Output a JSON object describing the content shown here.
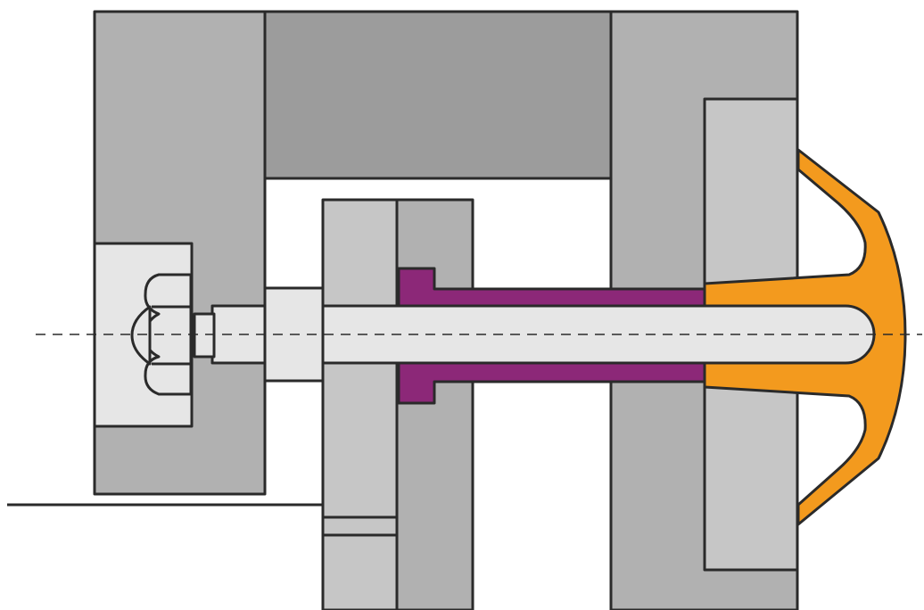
{
  "diagram": {
    "kind": "mechanical cross-section",
    "centerline": "dashed",
    "colors": {
      "background": "#ffffff",
      "outline": "#2a2a2a",
      "plate_mid": "#b1b1b1",
      "plate_dark": "#9c9c9c",
      "plate_light": "#c6c6c6",
      "pin_light": "#e6e6e6",
      "sleeve": "#8c2878",
      "cap": "#f39a1e"
    },
    "parts": [
      "left-clamp-plate",
      "top-bridge-block",
      "right-clamp-plate",
      "nut-pocket",
      "hex-nut",
      "spacer-washer",
      "center-plate-left",
      "center-plate-right",
      "guide-sleeve",
      "pin-shaft",
      "cap-seat-block",
      "mushroom-cap",
      "base-line"
    ]
  }
}
